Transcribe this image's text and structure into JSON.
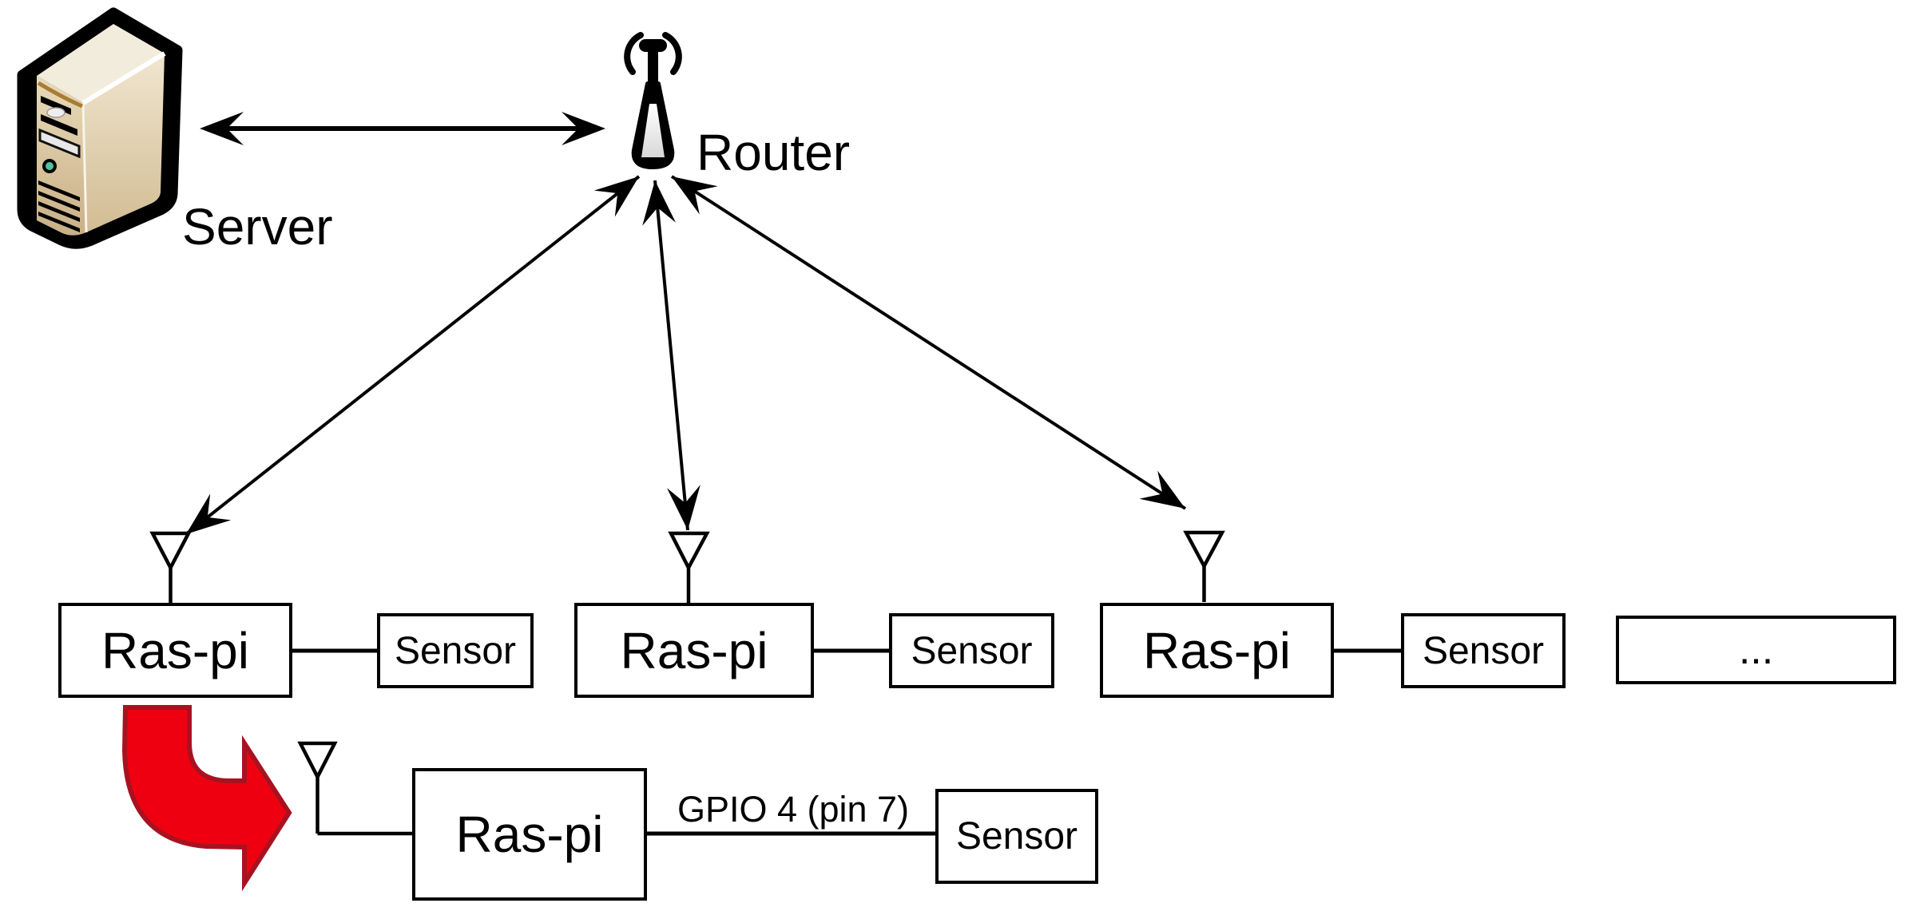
{
  "diagram": {
    "server": {
      "label": "Server",
      "icon": "server-tower-icon"
    },
    "router": {
      "label": "Router",
      "icon": "wireless-antenna-icon"
    },
    "clients": [
      {
        "label": "Ras-pi",
        "sensor_label": "Sensor"
      },
      {
        "label": "Ras-pi",
        "sensor_label": "Sensor"
      },
      {
        "label": "Ras-pi",
        "sensor_label": "Sensor"
      }
    ],
    "ellipsis_label": "...",
    "detail": {
      "raspi_label": "Ras-pi",
      "sensor_label": "Sensor",
      "gpio_label": "GPIO 4 (pin 7)"
    },
    "colors": {
      "line": "#000000",
      "highlight_arrow_fill": "#ee0011",
      "highlight_arrow_border": "#a81220",
      "server_body_beige": "#e0cda9",
      "server_top_cream": "#f2ecdd",
      "power_led_teal": "#4ec39b"
    }
  }
}
